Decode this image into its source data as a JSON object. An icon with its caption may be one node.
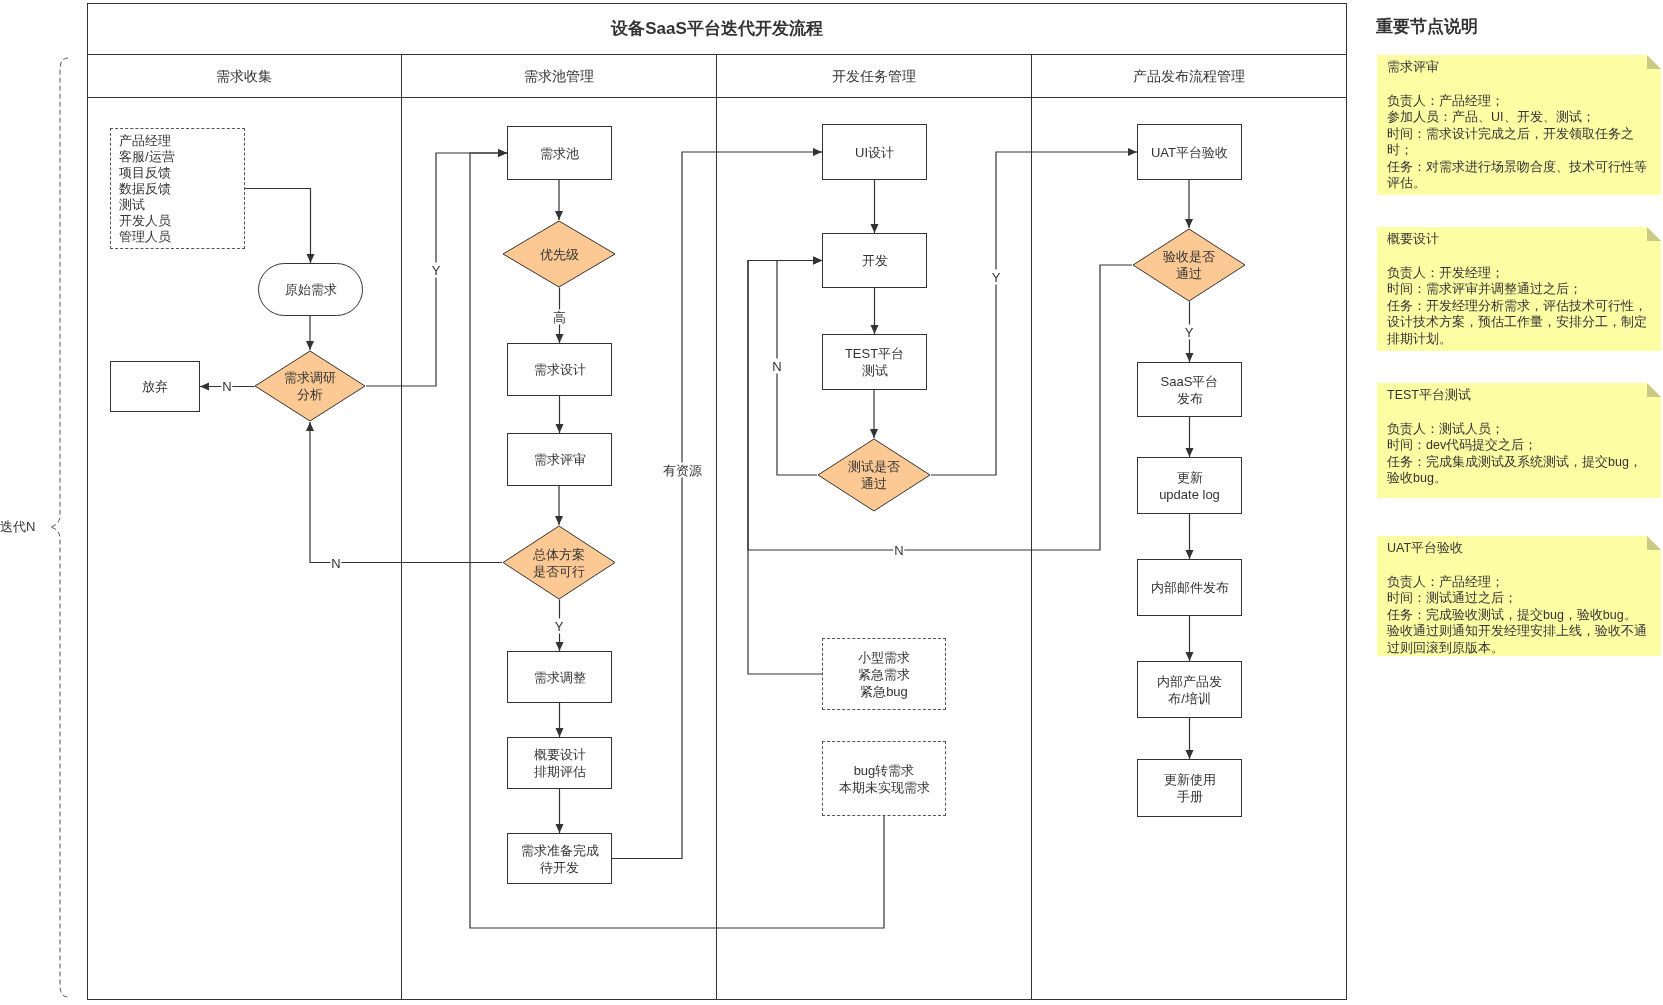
{
  "diagram": {
    "title": "设备SaaS平台迭代开发流程",
    "nodes": [
      {
        "text": [
          "需求收集"
        ]
      },
      {
        "text": [
          "需求池管理"
        ]
      },
      {
        "text": [
          "开发任务管理"
        ]
      },
      {
        "text": [
          "产品发布流程管理"
        ]
      },
      {
        "text": [
          "产品经理",
          "客服/运营",
          "项目反馈",
          "数据反馈",
          "测试",
          "开发人员",
          "管理人员"
        ],
        "in": 0
      },
      {
        "text": [
          "原始需求"
        ],
        "in": 0
      },
      {
        "text": [
          "需求调研分析"
        ],
        "in": 0
      },
      {
        "text": [
          "放弃"
        ],
        "in": 0
      },
      {
        "text": [
          "需求池"
        ],
        "in": 1
      },
      {
        "text": [
          "优先级"
        ],
        "in": 1
      },
      {
        "text": [
          "需求设计"
        ],
        "in": 1
      },
      {
        "text": [
          "需求评审"
        ],
        "in": 1
      },
      {
        "text": [
          "总体方案是否可行"
        ],
        "in": 1
      },
      {
        "text": [
          "需求调整"
        ],
        "in": 1
      },
      {
        "text": [
          "概要设计排期评估"
        ],
        "in": 1
      },
      {
        "text": [
          "需求准备完成待开发"
        ],
        "in": 1
      },
      {
        "text": [
          "UI设计"
        ],
        "in": 2
      },
      {
        "text": [
          "开发"
        ],
        "in": 2
      },
      {
        "text": [
          "TEST平台测试"
        ],
        "in": 2
      },
      {
        "text": [
          "测试是否通过"
        ],
        "in": 2
      },
      {
        "text": [
          "小型需求",
          "紧急需求",
          "紧急bug"
        ],
        "in": 2
      },
      {
        "text": [
          "bug转需求",
          "本期未实现需求"
        ],
        "in": 2
      },
      {
        "text": [
          "UAT平台验收"
        ],
        "in": 3
      },
      {
        "text": [
          "验收是否通过"
        ],
        "in": 3
      },
      {
        "text": [
          "SaaS平台发布"
        ],
        "in": 3
      },
      {
        "text": [
          "更新 update log"
        ],
        "in": 3
      },
      {
        "text": [
          "内部邮件发布"
        ],
        "in": 3
      },
      {
        "text": [
          "内部产品发布/培训"
        ],
        "in": 3
      },
      {
        "text": [
          "更新使用手册"
        ],
        "in": 3
      },
      {
        "text": [
          "需求评审",
          "负责人：产品经理；",
          "参加人员：产品、UI、开发、测试；",
          "时间：需求设计完成之后，开发领取任务之时；",
          "任务：对需求进行场景吻合度、技术可行性等评估。"
        ]
      },
      {
        "text": [
          "概要设计",
          "负责人：开发经理；",
          "时间：需求评审并调整通过之后；",
          "任务：开发经理分析需求，评估技术可行性，设计技术方案，预估工作量，安排分工，制定排期计划。"
        ]
      },
      {
        "text": [
          "TEST平台测试",
          "负责人：测试人员；",
          "时间：dev代码提交之后；",
          "任务：完成集成测试及系统测试，提交bug，验收bug。"
        ]
      },
      {
        "text": [
          "UAT平台验收",
          "负责人：产品经理；",
          "时间：测试通过之后；",
          "任务：完成验收测试，提交bug，验收bug。验收通过则通知开发经理安排上线，验收不通过则回滚到原版本。"
        ]
      }
    ],
    "edges": [
      {
        "from": 4,
        "to": 5,
        "arrow": "to"
      },
      {
        "from": 5,
        "to": 6,
        "arrow": "to"
      },
      {
        "from": 6,
        "to": 7,
        "arrow": "to",
        "label": "N"
      },
      {
        "from": 6,
        "to": 8,
        "arrow": "to",
        "label": "Y"
      },
      {
        "from": 8,
        "to": 9,
        "arrow": "to"
      },
      {
        "from": 9,
        "to": 10,
        "arrow": "to",
        "label": "高"
      },
      {
        "from": 10,
        "to": 11,
        "arrow": "to"
      },
      {
        "from": 11,
        "to": 12,
        "arrow": "to"
      },
      {
        "from": 12,
        "to": 6,
        "arrow": "to",
        "label": "N"
      },
      {
        "from": 12,
        "to": 13,
        "arrow": "to",
        "label": "Y"
      },
      {
        "from": 13,
        "to": 14,
        "arrow": "to"
      },
      {
        "from": 14,
        "to": 15,
        "arrow": "to"
      },
      {
        "from": 15,
        "to": 16,
        "arrow": "to",
        "label": "有资源"
      },
      {
        "from": 16,
        "to": 17,
        "arrow": "to"
      },
      {
        "from": 17,
        "to": 18,
        "arrow": "to"
      },
      {
        "from": 18,
        "to": 19,
        "arrow": "to"
      },
      {
        "from": 19,
        "to": 17,
        "arrow": "to",
        "label": "N"
      },
      {
        "from": 19,
        "to": 22,
        "arrow": "to",
        "label": "Y"
      },
      {
        "from": 22,
        "to": 23,
        "arrow": "to"
      },
      {
        "from": 23,
        "to": 17,
        "arrow": "to",
        "label": "N"
      },
      {
        "from": 20,
        "to": 17,
        "arrow": "to"
      },
      {
        "from": 21,
        "to": 8,
        "arrow": "to"
      },
      {
        "from": 23,
        "to": 24,
        "arrow": "to",
        "label": "Y"
      },
      {
        "from": 24,
        "to": 25,
        "arrow": "to"
      },
      {
        "from": 25,
        "to": 26,
        "arrow": "to"
      },
      {
        "from": 26,
        "to": 27,
        "arrow": "to"
      },
      {
        "from": 27,
        "to": 28,
        "arrow": "to"
      }
    ],
    "labels": [
      "重要节点说明",
      "迭代N"
    ]
  }
}
